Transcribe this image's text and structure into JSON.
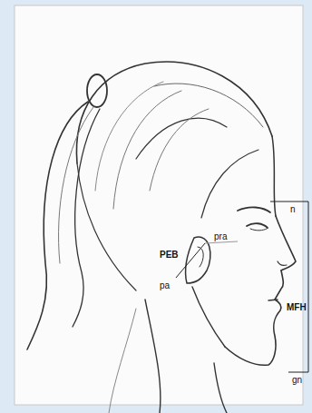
{
  "diagram": {
    "labels": [
      "pra",
      "PEB",
      "pa",
      "n",
      "MFH",
      "gn"
    ]
  }
}
